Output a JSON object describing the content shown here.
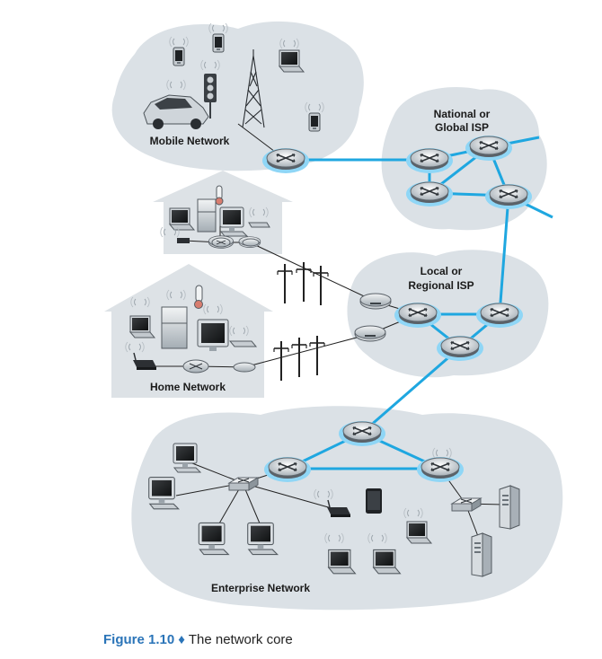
{
  "labels": {
    "mobile_network": "Mobile Network",
    "national_isp_line1": "National or",
    "national_isp_line2": "Global ISP",
    "local_isp_line1": "Local or",
    "local_isp_line2": "Regional ISP",
    "home_network": "Home Network",
    "enterprise_network": "Enterprise Network"
  },
  "caption": {
    "figure": "Figure 1.10",
    "separator": "♦",
    "text": "The network core"
  },
  "colors": {
    "link": "#1fa7e0",
    "cloud": "#dbe1e6",
    "house": "#dde2e6",
    "router_halo": "#7fd0f4",
    "accent": "#2a74b8"
  }
}
